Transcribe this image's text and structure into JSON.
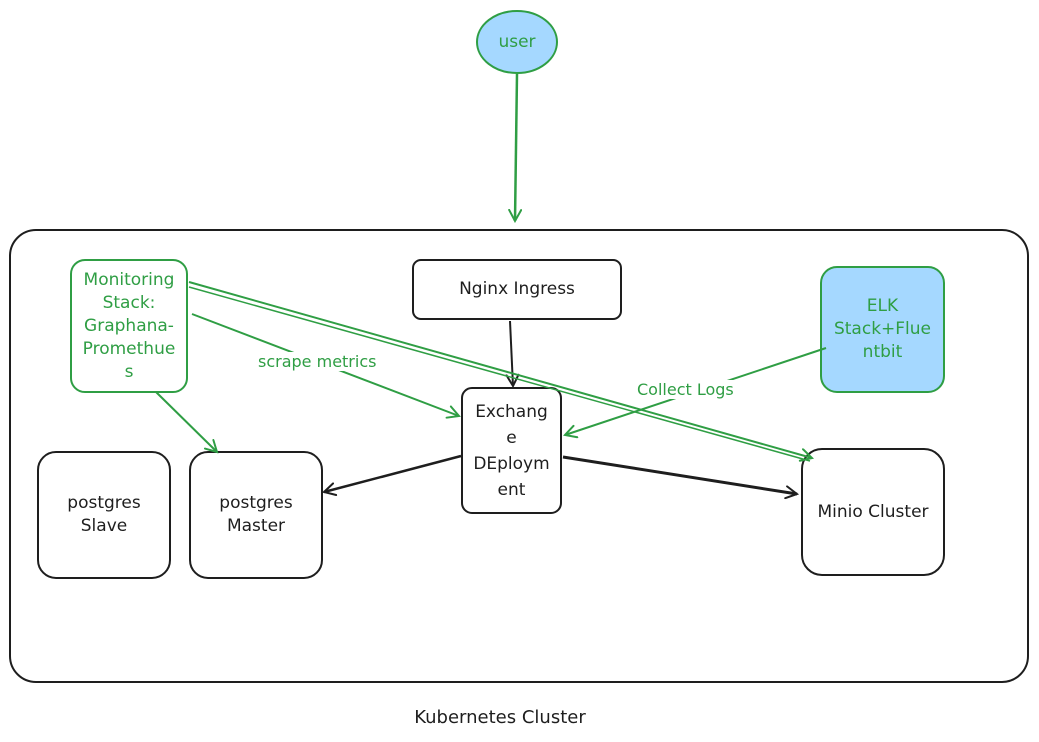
{
  "colors": {
    "stroke_dark": "#1e1e1e",
    "stroke_green": "#2f9e44",
    "fill_blue": "#a5d8ff",
    "background": "#ffffff"
  },
  "nodes": {
    "user": "user",
    "nginx": "Nginx Ingress",
    "monitoring": "Monitoring\nStack:\nGraphana-\nPromethue\ns",
    "elk": "ELK\nStack+Flue\nntbit",
    "exchange": "Exchang\ne\nDEploym\nent",
    "pg_slave": "postgres\nSlave",
    "pg_master": "postgres\nMaster",
    "minio": "Minio Cluster"
  },
  "edges": {
    "scrape": "scrape metrics",
    "logs": "Collect Logs"
  },
  "cluster_label": "Kubernetes Cluster"
}
